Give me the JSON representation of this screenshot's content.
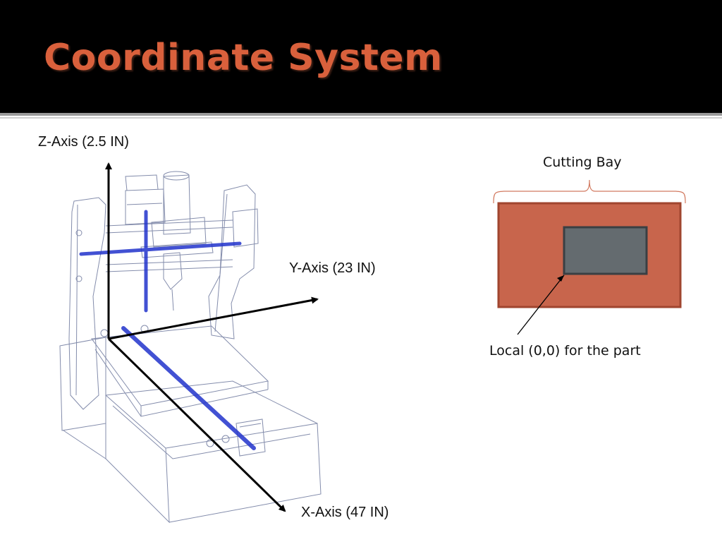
{
  "slide": {
    "title": "Coordinate System"
  },
  "axes": {
    "z_label": "Z-Axis (2.5 IN)",
    "y_label": "Y-Axis (23 IN)",
    "x_label": "X-Axis (47 IN)"
  },
  "cutting_bay": {
    "label": "Cutting Bay",
    "local_origin_label": "Local (0,0) for the part"
  },
  "colors": {
    "title": "#d9603c",
    "bay_fill": "#c8654c",
    "part_fill": "#646b6f",
    "rod": "#2233cc",
    "machine_line": "#5a6690"
  }
}
